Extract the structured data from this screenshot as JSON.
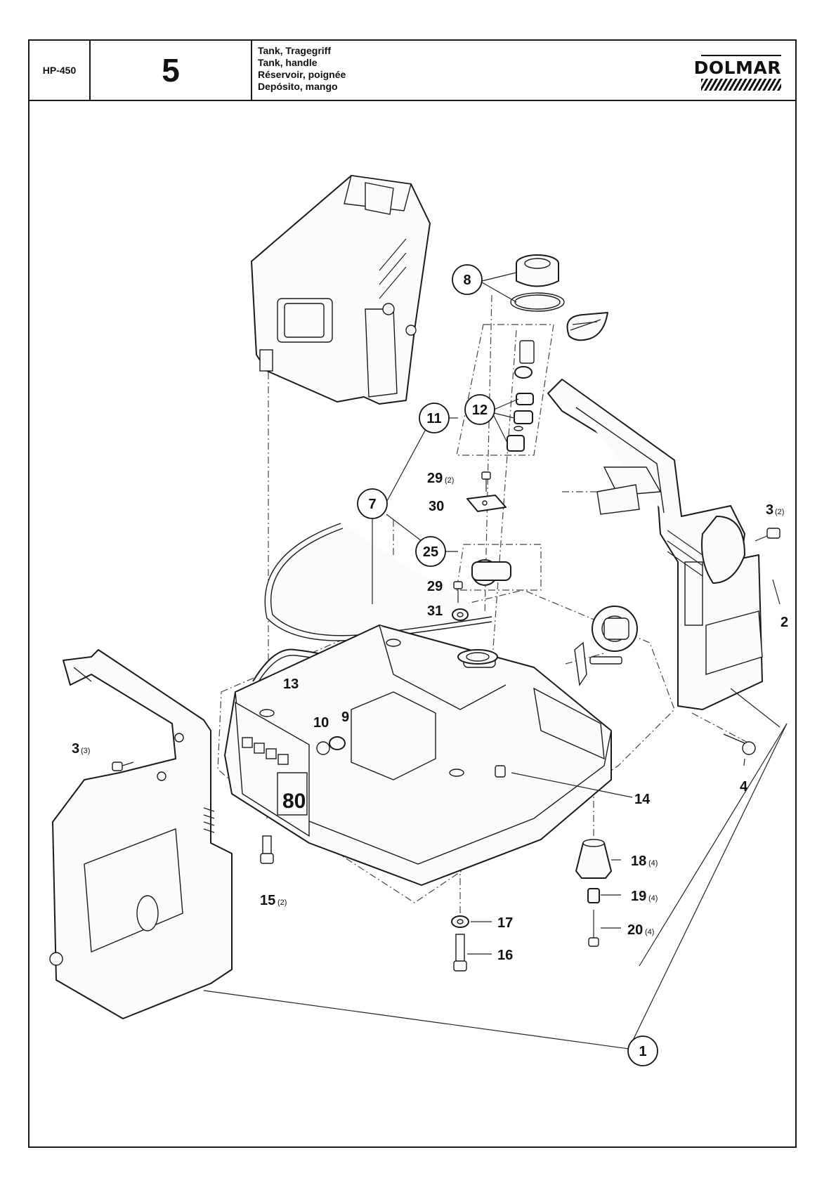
{
  "header": {
    "model": "HP-450",
    "page": "5",
    "titles": [
      "Tank, Tragegriff",
      "Tank, handle",
      "Réservoir, poignée",
      "Depósito, mango"
    ],
    "brand": "DOLMAR"
  },
  "callouts": [
    {
      "id": "c8",
      "number": "8",
      "circled": true
    },
    {
      "id": "c11",
      "number": "11",
      "circled": true
    },
    {
      "id": "c12",
      "number": "12",
      "circled": true
    },
    {
      "id": "c7",
      "number": "7",
      "circled": true
    },
    {
      "id": "c25",
      "number": "25",
      "circled": true
    },
    {
      "id": "c1",
      "number": "1",
      "circled": true
    },
    {
      "id": "c29a",
      "number": "29",
      "qty": "(2)"
    },
    {
      "id": "c30",
      "number": "30"
    },
    {
      "id": "c29b",
      "number": "29"
    },
    {
      "id": "c31",
      "number": "31"
    },
    {
      "id": "c3r",
      "number": "3",
      "qty": "(2)"
    },
    {
      "id": "c2",
      "number": "2"
    },
    {
      "id": "c13",
      "number": "13"
    },
    {
      "id": "c10",
      "number": "10"
    },
    {
      "id": "c9",
      "number": "9"
    },
    {
      "id": "c3l",
      "number": "3",
      "qty": "(3)"
    },
    {
      "id": "c4",
      "number": "4"
    },
    {
      "id": "c14",
      "number": "14"
    },
    {
      "id": "c18",
      "number": "18",
      "qty": "(4)"
    },
    {
      "id": "c19",
      "number": "19",
      "qty": "(4)"
    },
    {
      "id": "c20",
      "number": "20",
      "qty": "(4)"
    },
    {
      "id": "c15",
      "number": "15",
      "qty": "(2)"
    },
    {
      "id": "c17",
      "number": "17"
    },
    {
      "id": "c16",
      "number": "16"
    }
  ],
  "tank_decal": {
    "number": "80"
  }
}
